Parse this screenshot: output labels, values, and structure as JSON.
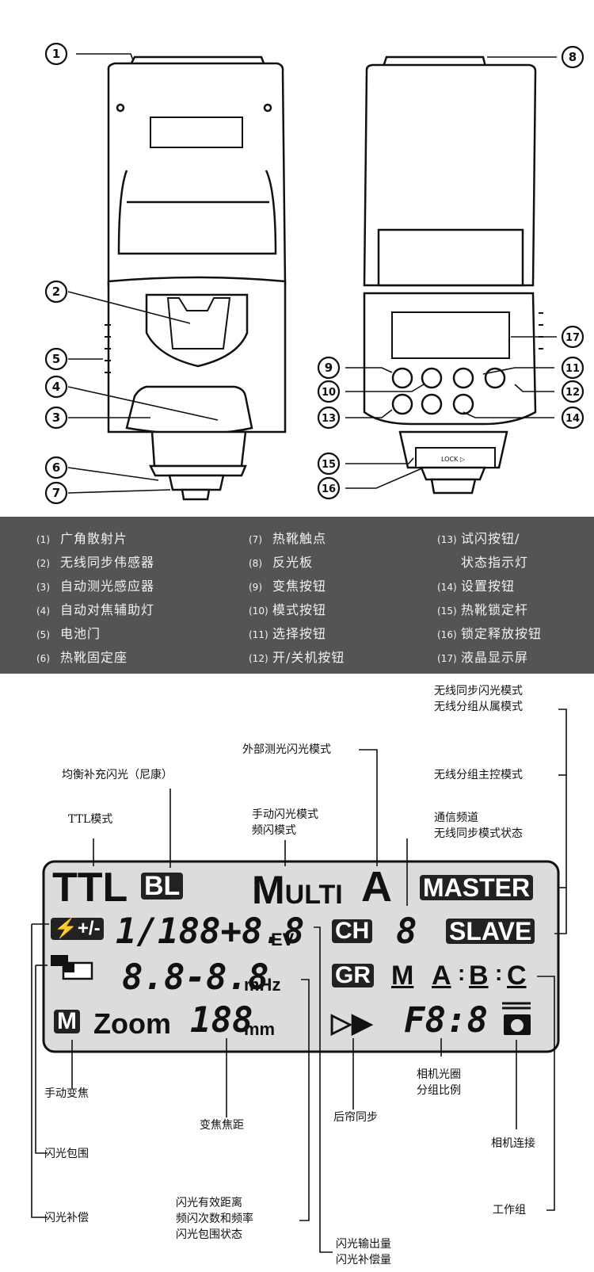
{
  "callouts": {
    "front": [
      "1",
      "2",
      "3",
      "4",
      "5",
      "6",
      "7"
    ],
    "back": [
      "8",
      "9",
      "10",
      "11",
      "12",
      "13",
      "14",
      "15",
      "16",
      "17"
    ],
    "lock_text": "LOCK ▷"
  },
  "legend": [
    {
      "num": "(1)",
      "label": "广角散射片"
    },
    {
      "num": "(2)",
      "label": "无线同步伟感器"
    },
    {
      "num": "(3)",
      "label": "自动测光感应器"
    },
    {
      "num": "(4)",
      "label": "自动对焦辅助灯"
    },
    {
      "num": "(5)",
      "label": "电池门"
    },
    {
      "num": "(6)",
      "label": "热靴固定座"
    },
    {
      "num": "(7)",
      "label": "热靴触点"
    },
    {
      "num": "(8)",
      "label": "反光板"
    },
    {
      "num": "(9)",
      "label": "变焦按钮"
    },
    {
      "num": "(10)",
      "label": "模式按钮"
    },
    {
      "num": "(11)",
      "label": "选择按钮"
    },
    {
      "num": "(12)",
      "label": "开/关机按钮"
    },
    {
      "num": "(13)",
      "label": "试闪按钮/"
    },
    {
      "num": "",
      "label": "状态指示灯"
    },
    {
      "num": "(14)",
      "label": "设置按钮"
    },
    {
      "num": "(15)",
      "label": "热靴锁定杆"
    },
    {
      "num": "(16)",
      "label": "锁定释放按钮"
    },
    {
      "num": "(17)",
      "label": "液晶显示屏"
    }
  ],
  "lcd": {
    "ttl": "TTL",
    "bl": "BL",
    "multi_m": "M",
    "multi_rest": "ULTI",
    "a": "A",
    "master": "MASTER",
    "slave": "SLAVE",
    "flash_comp_icon": "⚡+/-",
    "output": "1/188+8.8",
    "ev": "EV",
    "ch": "CH",
    "ch_val": "8",
    "range": "8.8-8.8",
    "mhz": "mHz",
    "gr": "GR",
    "grp_m": "M",
    "grp_a": "A",
    "grp_b": "B",
    "grp_c": "C",
    "m_icon": "M",
    "zoom": "Zoom",
    "zoom_val": "188",
    "mm": "mm",
    "rear_sync": "▷▶",
    "aperture": "F8:8"
  },
  "annotations": {
    "wireless_sync": "无线同步闪光模式\n无线分组从属模式",
    "external": "外部测光闪光模式",
    "balance": "均衡补充闪光（尼康）",
    "group_master": "无线分组主控模式",
    "ttl_mode": "TTL模式",
    "manual_multi": "手动闪光模式\n频闪模式",
    "channel": "通信频道\n无线同步模式状态",
    "manual_zoom": "手动变焦",
    "zoom_focal": "变焦焦距",
    "rear": "后帘同步",
    "cam_aperture": "相机光圈\n分组比例",
    "cam_link": "相机连接",
    "bracket": "闪光包围",
    "work_group": "工作组",
    "flash_comp": "闪光补偿",
    "range_info": "闪光有效距离\n频闪次数和频率\n闪光包围状态",
    "output_info": "闪光输出量\n闪光补偿量"
  }
}
